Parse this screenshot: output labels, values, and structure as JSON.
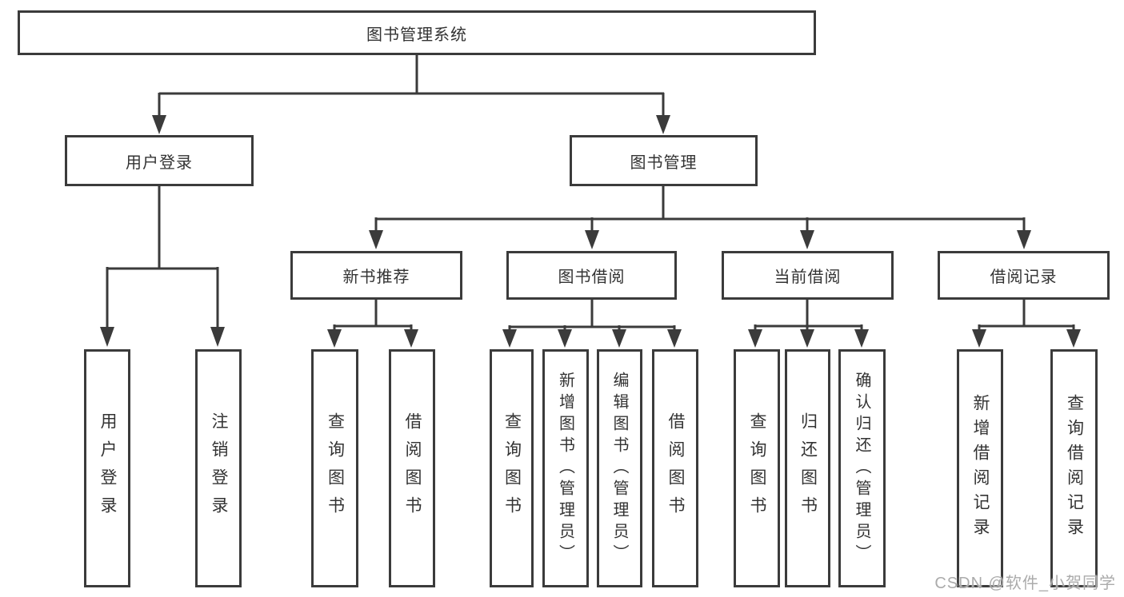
{
  "title": "图书管理系统",
  "tree": {
    "root": {
      "label": "图书管理系统"
    },
    "branches": [
      {
        "label": "用户登录",
        "children": [
          {
            "label": "用户登录"
          },
          {
            "label": "注销登录"
          }
        ]
      },
      {
        "label": "图书管理",
        "children": [
          {
            "label": "新书推荐",
            "children": [
              {
                "label": "查询图书"
              },
              {
                "label": "借阅图书"
              }
            ]
          },
          {
            "label": "图书借阅",
            "children": [
              {
                "label": "查询图书"
              },
              {
                "label": "新增图书（管理员）"
              },
              {
                "label": "编辑图书（管理员）"
              },
              {
                "label": "借阅图书"
              }
            ]
          },
          {
            "label": "当前借阅",
            "children": [
              {
                "label": "查询图书"
              },
              {
                "label": "归还图书"
              },
              {
                "label": "确认归还（管理员）"
              }
            ]
          },
          {
            "label": "借阅记录",
            "children": [
              {
                "label": "新增借阅记录"
              },
              {
                "label": "查询借阅记录"
              }
            ]
          }
        ]
      }
    ]
  },
  "watermark": {
    "text": "CSDN @软件_小贺同学"
  },
  "colors": {
    "line": "#3b3b3b",
    "box_border": "#3b3b3b",
    "text": "#333333",
    "background": "#ffffff",
    "watermark": "#ababab"
  }
}
